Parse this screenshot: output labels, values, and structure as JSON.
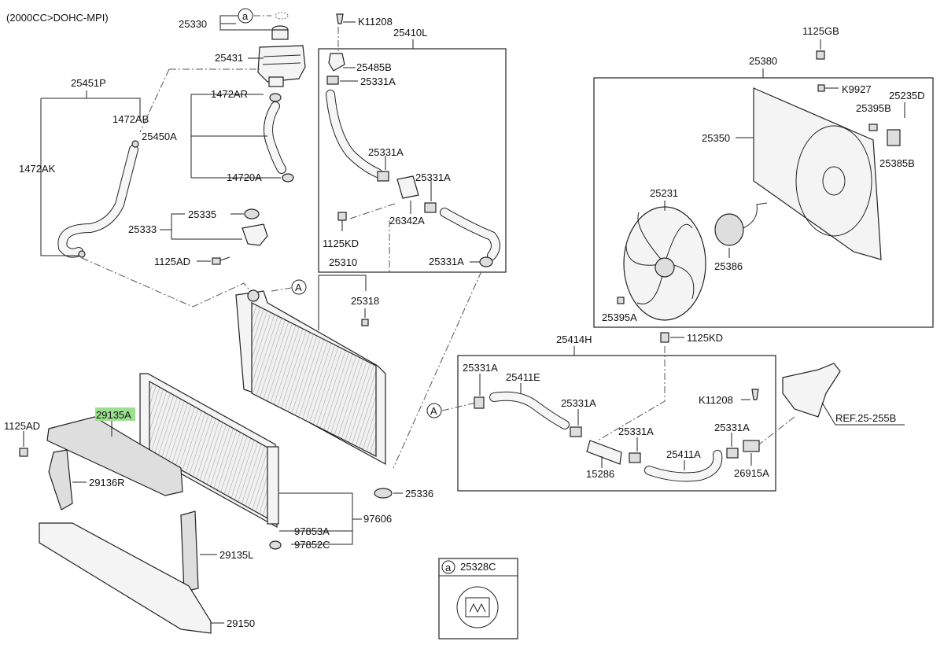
{
  "header": {
    "variant": "(2000CC>DOHC-MPI)"
  },
  "highlight_color": "#9be08f",
  "labels": {
    "p25330": "25330",
    "p25431": "25431",
    "p25451P": "25451P",
    "p1472AB": "1472AB",
    "p1472AR": "1472AR",
    "p25450A": "25450A",
    "p1472AK": "1472AK",
    "p14720A": "14720A",
    "p25335": "25335",
    "p25333": "25333",
    "p1125AD_top": "1125AD",
    "pK11208_top": "K11208",
    "p25410L": "25410L",
    "p25485B": "25485B",
    "p25331A_1": "25331A",
    "p25331A_2": "25331A",
    "p25331A_3": "25331A",
    "p26342A": "26342A",
    "p1125KD_top": "1125KD",
    "p25331A_4": "25331A",
    "p25310": "25310",
    "p25318": "25318",
    "p1125GB": "1125GB",
    "p25380": "25380",
    "pK9927": "K9927",
    "p25235D": "25235D",
    "p25395B": "25395B",
    "p25350": "25350",
    "p25385B": "25385B",
    "p25231": "25231",
    "p25386": "25386",
    "p25395A": "25395A",
    "p25414H": "25414H",
    "p1125KD_mid": "1125KD",
    "p25331A_5": "25331A",
    "p25411E": "25411E",
    "p25331A_6": "25331A",
    "p25331A_7": "25331A",
    "p25331A_8": "25331A",
    "pK11208_mid": "K11208",
    "p15286": "15286",
    "p25411A": "25411A",
    "p26915A": "26915A",
    "pREF": "REF.25-255B",
    "p1125AD_left": "1125AD",
    "p29135A": "29135A",
    "p29136R": "29136R",
    "p25336": "25336",
    "p97606": "97606",
    "p97853A": "97853A",
    "p97852C": "97852C",
    "p29135L": "29135L",
    "p29150": "29150",
    "p25328C": "25328C"
  },
  "callouts": {
    "a_top": "a",
    "A_mid": "A",
    "A_right": "A",
    "a_box": "a"
  }
}
